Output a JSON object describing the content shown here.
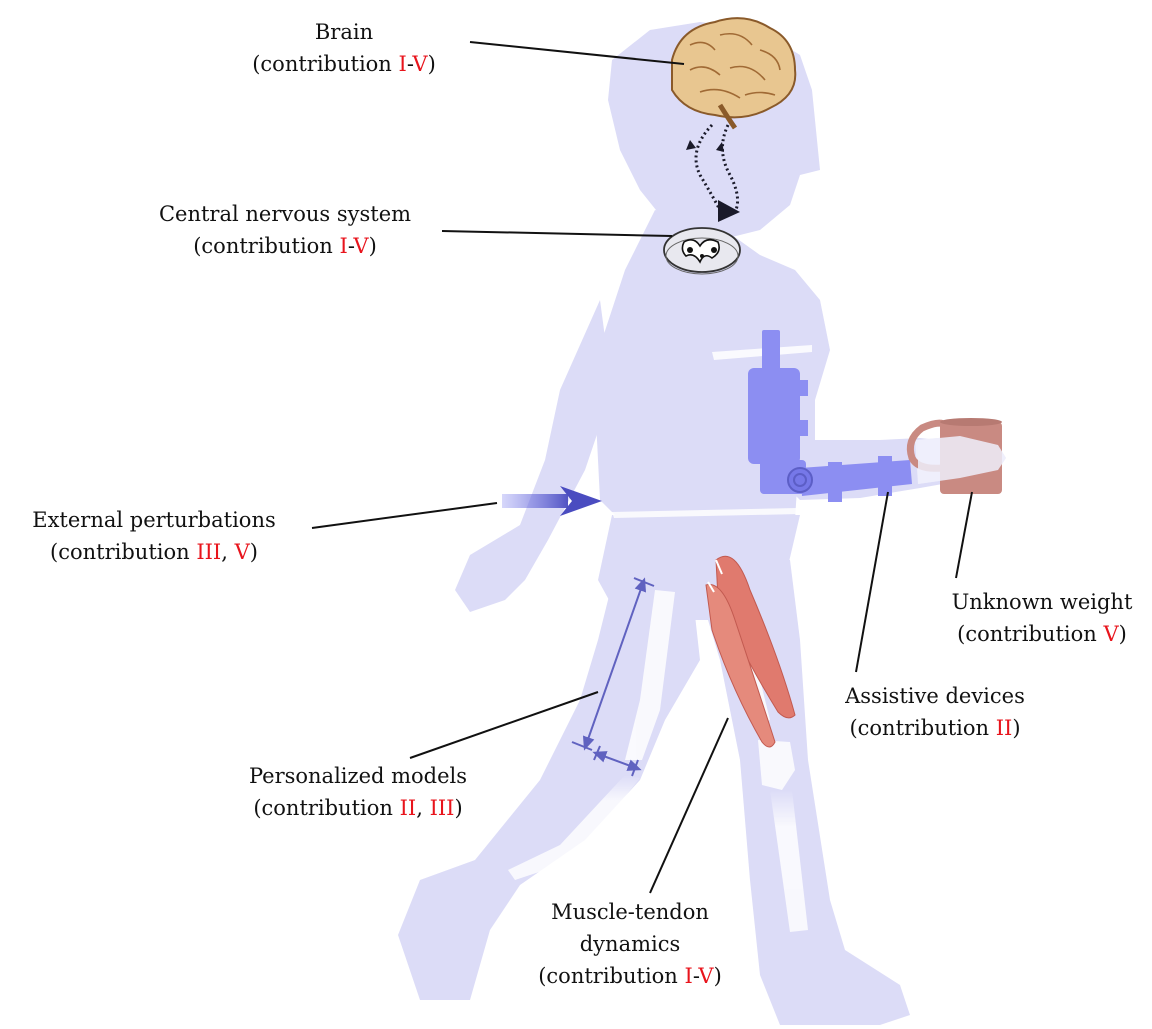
{
  "labels": {
    "brain": {
      "title": "Brain",
      "contribution_prefix": "(contribution ",
      "contribution": [
        {
          "text": "I",
          "emph": true
        },
        {
          "text": "-",
          "emph": false
        },
        {
          "text": "V",
          "emph": true
        }
      ],
      "contribution_suffix": ")"
    },
    "cns": {
      "title": "Central nervous system",
      "contribution_prefix": "(contribution ",
      "contribution": [
        {
          "text": "I",
          "emph": true
        },
        {
          "text": "-",
          "emph": false
        },
        {
          "text": "V",
          "emph": true
        }
      ],
      "contribution_suffix": ")"
    },
    "external": {
      "title": "External perturbations",
      "contribution_prefix": "(contribution ",
      "contribution": [
        {
          "text": "III",
          "emph": true
        },
        {
          "text": ", ",
          "emph": false
        },
        {
          "text": "V",
          "emph": true
        }
      ],
      "contribution_suffix": ")"
    },
    "weight": {
      "title": "Unknown weight",
      "contribution_prefix": "(contribution ",
      "contribution": [
        {
          "text": "V",
          "emph": true
        }
      ],
      "contribution_suffix": ")"
    },
    "assistive": {
      "title": "Assistive devices",
      "contribution_prefix": "(contribution ",
      "contribution": [
        {
          "text": "II",
          "emph": true
        }
      ],
      "contribution_suffix": ")"
    },
    "personalized": {
      "title": "Personalized models",
      "contribution_prefix": "(contribution ",
      "contribution": [
        {
          "text": "II",
          "emph": true
        },
        {
          "text": ", ",
          "emph": false
        },
        {
          "text": "III",
          "emph": true
        }
      ],
      "contribution_suffix": ")"
    },
    "muscle": {
      "title_line1": "Muscle-tendon",
      "title_line2": "dynamics",
      "contribution_prefix": "(contribution ",
      "contribution": [
        {
          "text": "I",
          "emph": true
        },
        {
          "text": "-",
          "emph": false
        },
        {
          "text": "V",
          "emph": true
        }
      ],
      "contribution_suffix": ")"
    }
  },
  "colors": {
    "body_silhouette": "#dcdcf7",
    "bone": "#ffffff",
    "exoskeleton": "#8c8ef2",
    "arrow": "#5c5ec6",
    "muscle": "#e07a6e",
    "brain": "#e8c690",
    "mug": "#c98a82",
    "contribution_numeral": "#e8141c",
    "leader_line": "#111111"
  },
  "icons": {
    "brain": "brain-icon",
    "spinal_cord": "spinal-cord-cross-section-icon",
    "signal": "neural-signal-arrows",
    "perturbation": "push-arrow-icon",
    "exoskeleton": "arm-exoskeleton-icon",
    "mug": "mug-icon",
    "muscle": "thigh-muscle-icon"
  }
}
